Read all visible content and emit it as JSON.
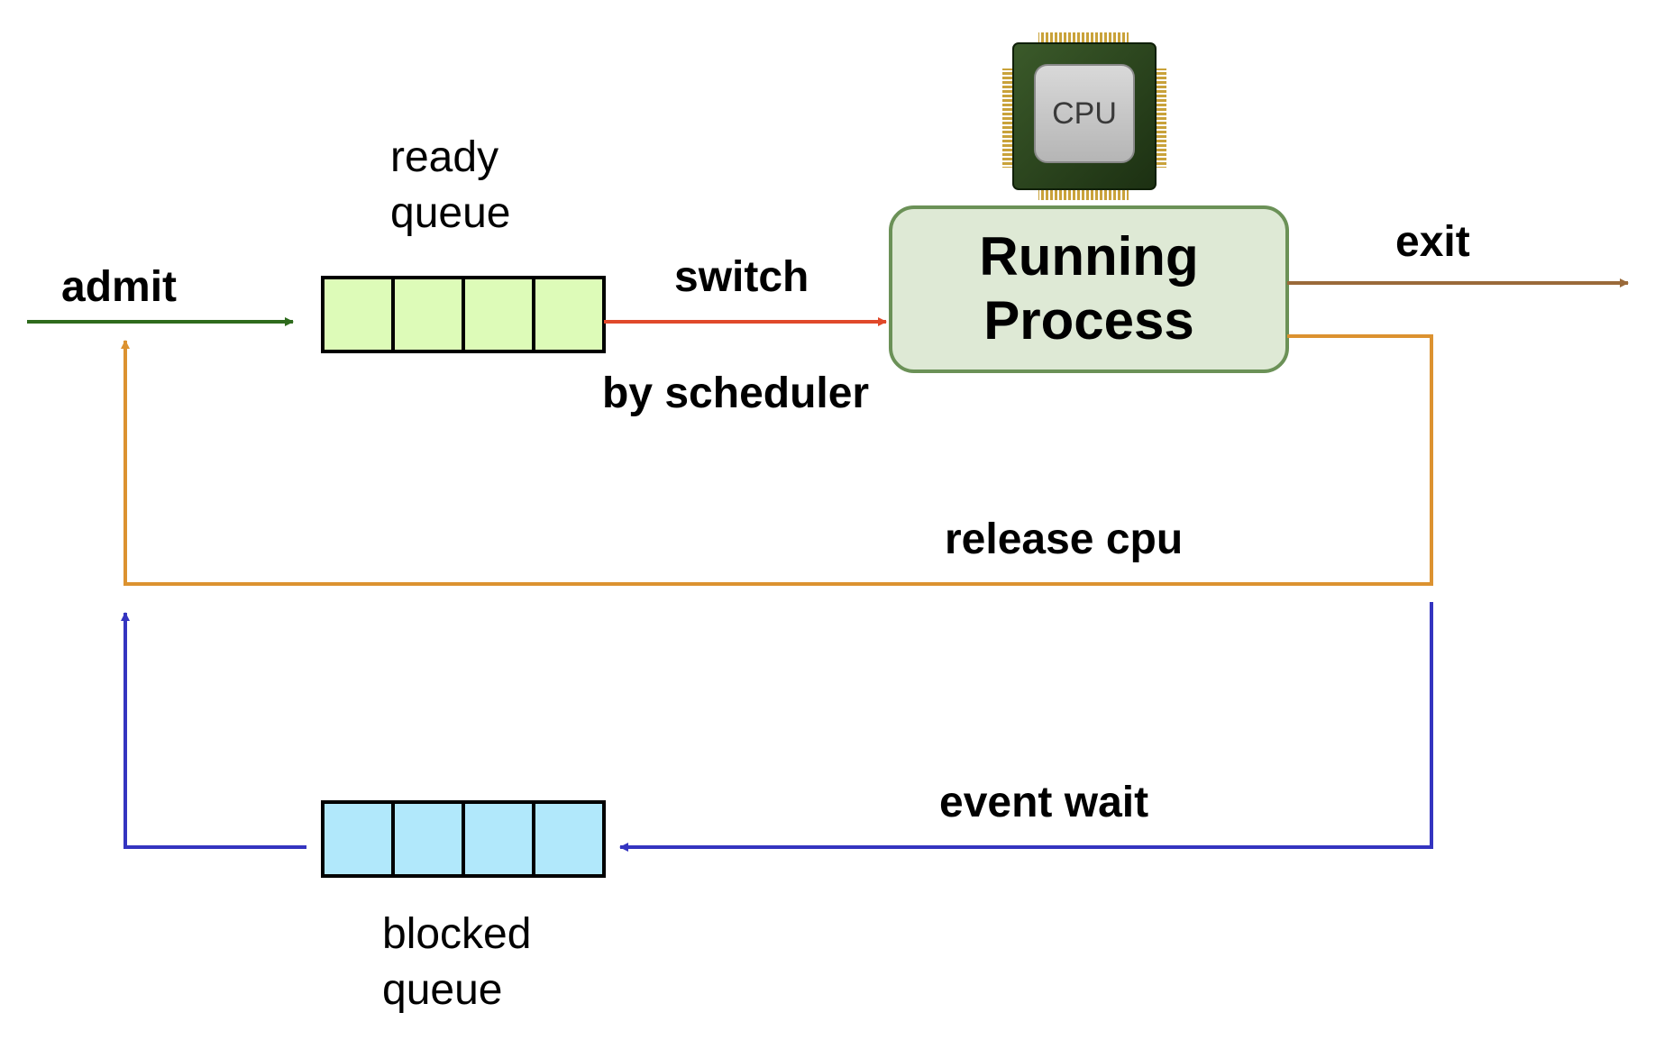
{
  "labels": {
    "admit": "admit",
    "ready_queue_line1": "ready",
    "ready_queue_line2": "queue",
    "switch": "switch",
    "by_scheduler": "by scheduler",
    "running_line1": "Running",
    "running_line2": "Process",
    "exit": "exit",
    "release_cpu": "release cpu",
    "event_wait": "event wait",
    "blocked_queue_line1": "blocked",
    "blocked_queue_line2": "queue",
    "cpu_chip": "CPU"
  },
  "queues": {
    "ready": {
      "slots": 4,
      "fill": "#ddfbb8"
    },
    "blocked": {
      "slots": 4,
      "fill": "#b1e8fb"
    }
  },
  "colors": {
    "admit": "#2e6b1d",
    "switch": "#e0492a",
    "exit": "#9a6a3a",
    "release": "#dc9230",
    "event": "#3434c0",
    "running_fill": "#dee9d5",
    "running_border": "#6b9157"
  },
  "icons": {
    "cpu": "cpu-chip-icon"
  }
}
